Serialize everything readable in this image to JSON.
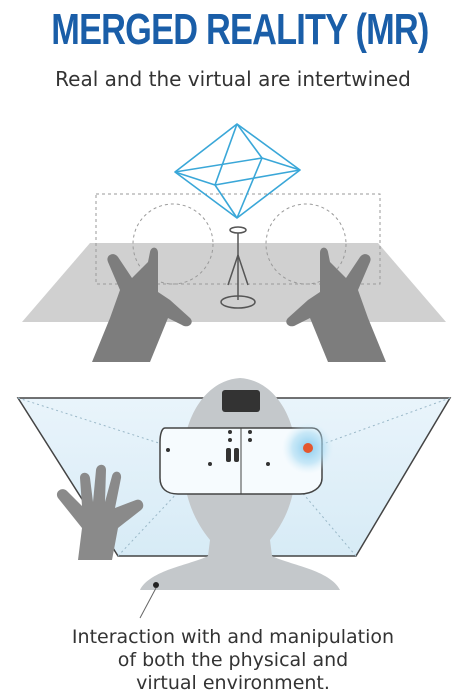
{
  "header": {
    "title": "MERGED REALITY (MR)",
    "subtitle": "Real and the virtual are intertwined"
  },
  "caption": {
    "lines": [
      "Interaction with and manipulation",
      "of both the physical and",
      "virtual environment."
    ]
  },
  "colors": {
    "title": "#1a5ea8",
    "text": "#333333",
    "wireframe": "#3aa7d8",
    "hands": "#7d7d7d",
    "table": "#cfcfcf",
    "headset_dot": "#e4572e",
    "glow": "#bfe3f5"
  },
  "icons": [
    "octahedron-icon",
    "hand-icon",
    "headset-icon",
    "head-icon"
  ]
}
